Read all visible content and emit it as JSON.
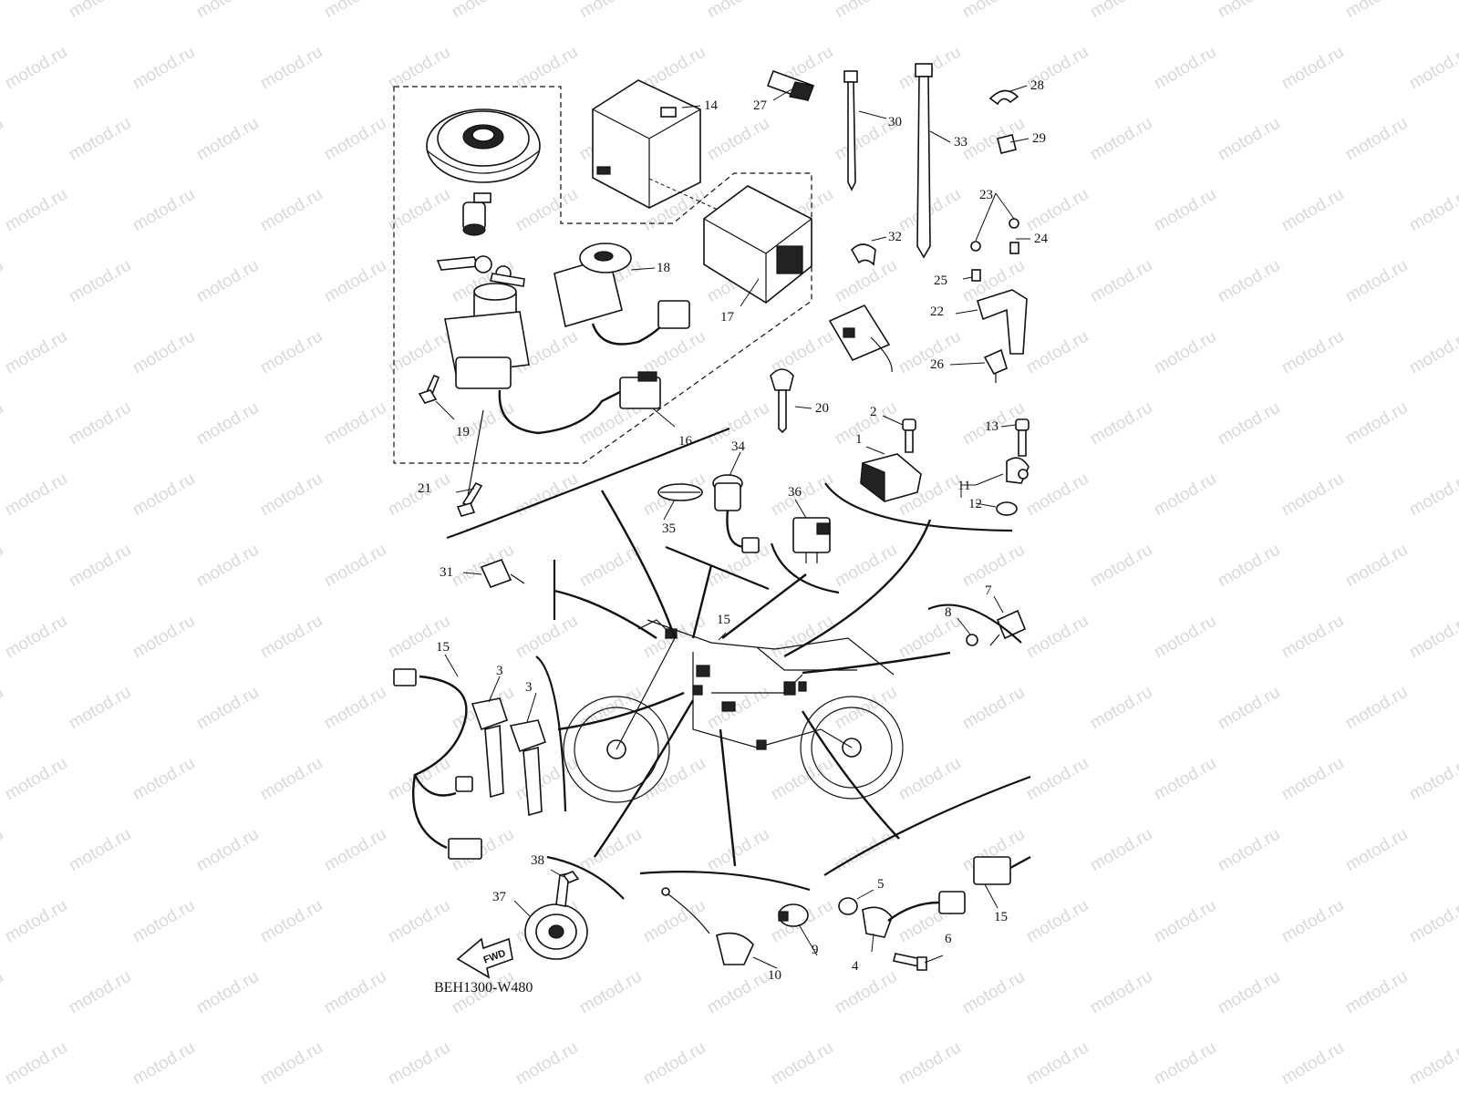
{
  "watermark": "motod.ru",
  "figure_code": "BEH1300-W480",
  "fwd_label": "FWD",
  "callouts": [
    {
      "id": "c1",
      "text": "1"
    },
    {
      "id": "c2",
      "text": "2"
    },
    {
      "id": "c3a",
      "text": "3"
    },
    {
      "id": "c3b",
      "text": "3"
    },
    {
      "id": "c4",
      "text": "4"
    },
    {
      "id": "c5",
      "text": "5"
    },
    {
      "id": "c6",
      "text": "6"
    },
    {
      "id": "c7",
      "text": "7"
    },
    {
      "id": "c8",
      "text": "8"
    },
    {
      "id": "c9",
      "text": "9"
    },
    {
      "id": "c10",
      "text": "10"
    },
    {
      "id": "c11",
      "text": "11"
    },
    {
      "id": "c12",
      "text": "12"
    },
    {
      "id": "c13",
      "text": "13"
    },
    {
      "id": "c14",
      "text": "14"
    },
    {
      "id": "c15a",
      "text": "15"
    },
    {
      "id": "c15b",
      "text": "15"
    },
    {
      "id": "c15c",
      "text": "15"
    },
    {
      "id": "c16",
      "text": "16"
    },
    {
      "id": "c17",
      "text": "17"
    },
    {
      "id": "c18",
      "text": "18"
    },
    {
      "id": "c19",
      "text": "19"
    },
    {
      "id": "c20",
      "text": "20"
    },
    {
      "id": "c21",
      "text": "21"
    },
    {
      "id": "c22",
      "text": "22"
    },
    {
      "id": "c23",
      "text": "23"
    },
    {
      "id": "c24",
      "text": "24"
    },
    {
      "id": "c25",
      "text": "25"
    },
    {
      "id": "c26",
      "text": "26"
    },
    {
      "id": "c27",
      "text": "27"
    },
    {
      "id": "c28",
      "text": "28"
    },
    {
      "id": "c29",
      "text": "29"
    },
    {
      "id": "c30",
      "text": "30"
    },
    {
      "id": "c31",
      "text": "31"
    },
    {
      "id": "c32",
      "text": "32"
    },
    {
      "id": "c33",
      "text": "33"
    },
    {
      "id": "c34",
      "text": "34"
    },
    {
      "id": "c35",
      "text": "35"
    },
    {
      "id": "c36",
      "text": "36"
    },
    {
      "id": "c37",
      "text": "37"
    },
    {
      "id": "c38",
      "text": "38"
    }
  ]
}
